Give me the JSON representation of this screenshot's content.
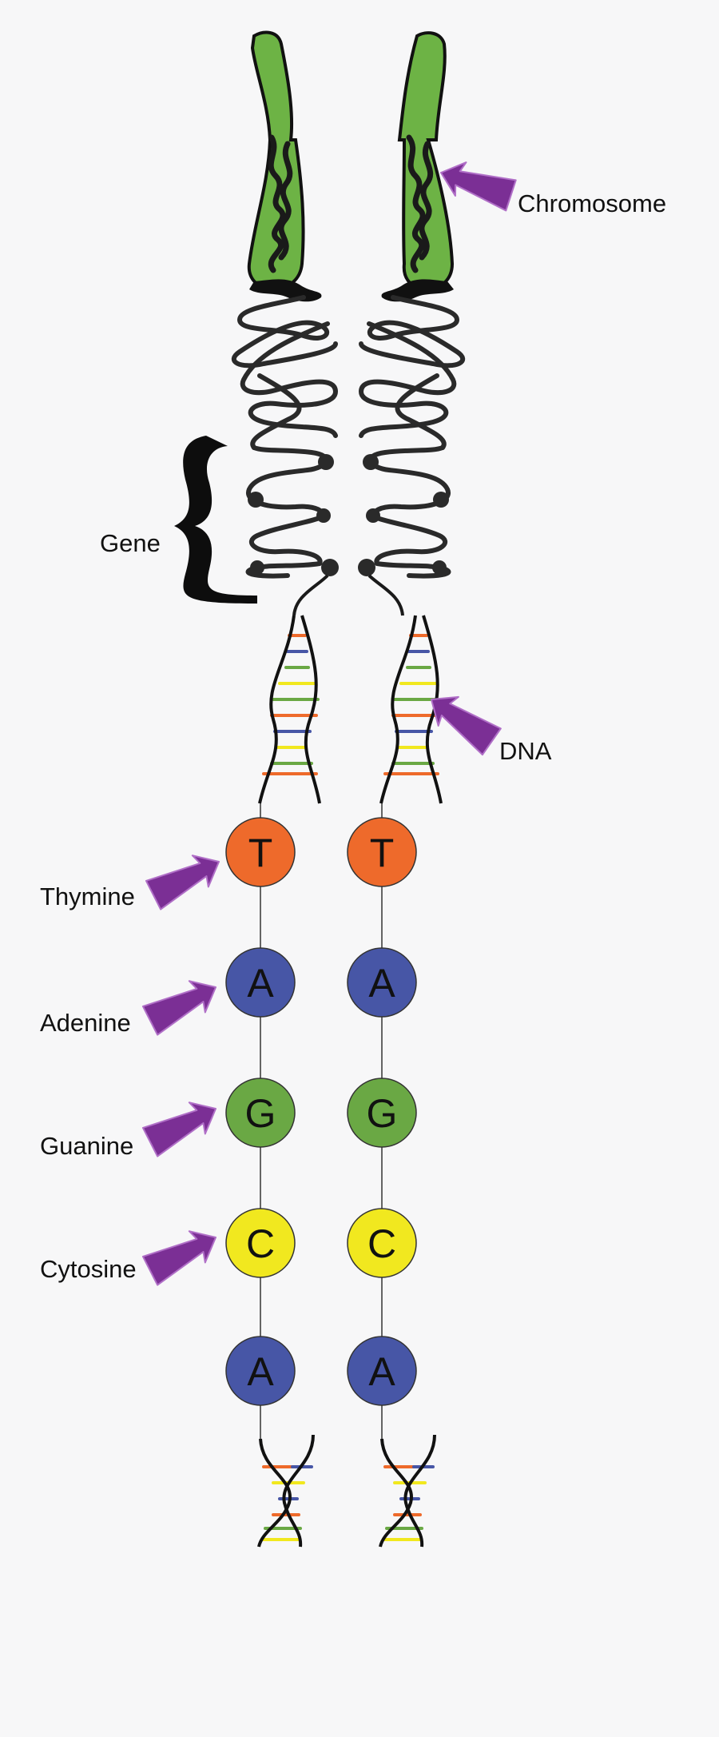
{
  "labels": {
    "chromosome": "Chromosome",
    "gene": "Gene",
    "dna": "DNA",
    "thymine": "Thymine",
    "adenine": "Adenine",
    "guanine": "Guanine",
    "cytosine": "Cytosine"
  },
  "bases": [
    {
      "letter": "T",
      "color": "#ee6a2b"
    },
    {
      "letter": "A",
      "color": "#4756a6"
    },
    {
      "letter": "G",
      "color": "#6aa844"
    },
    {
      "letter": "C",
      "color": "#f1e81f"
    },
    {
      "letter": "A",
      "color": "#4756a6"
    }
  ],
  "colors": {
    "chromosome_green": "#6db345",
    "arrow_purple": "#7b2f95",
    "strand": "#1a1a1a",
    "rung_orange": "#ee6a2b",
    "rung_blue": "#4756a6",
    "rung_green": "#6aa844",
    "rung_yellow": "#f1e81f"
  }
}
